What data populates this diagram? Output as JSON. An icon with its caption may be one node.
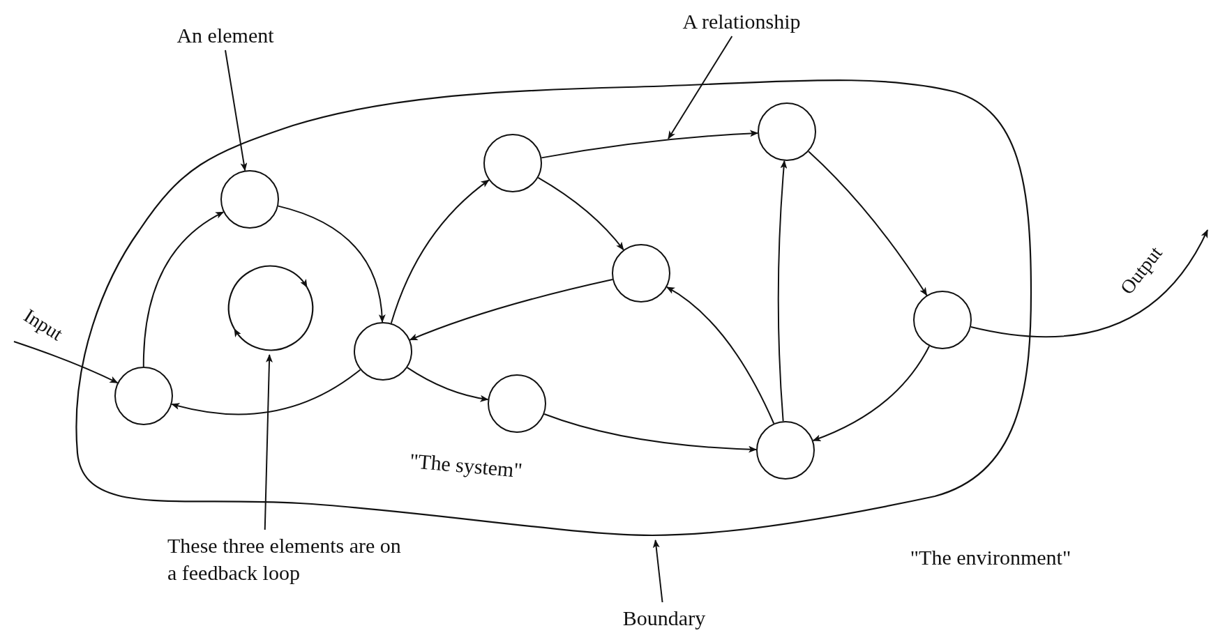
{
  "diagram": {
    "nodes": [
      {
        "text": [],
        "shape": "cloud"
      },
      {
        "text": [
          "An element"
        ]
      },
      {
        "text": [
          "A relationship"
        ]
      },
      {
        "text": [],
        "shape": "circle",
        "in": 0
      },
      {
        "text": [],
        "shape": "circle",
        "in": 0
      },
      {
        "text": [],
        "shape": "circle",
        "in": 0
      },
      {
        "text": [],
        "shape": "circle",
        "in": 0
      },
      {
        "text": [],
        "shape": "circle",
        "in": 0
      },
      {
        "text": [],
        "shape": "circle",
        "in": 0
      },
      {
        "text": [],
        "shape": "circle",
        "in": 0
      },
      {
        "text": [],
        "shape": "circle",
        "in": 0
      },
      {
        "text": [],
        "shape": "circle",
        "in": 0
      },
      {
        "text": [],
        "shape": "circle",
        "in": 0
      },
      {
        "text": [
          "These three elements are on a feedback loop"
        ]
      },
      {
        "text": [
          "Boundary"
        ]
      }
    ],
    "edges": [
      {
        "from": 5,
        "to": 3,
        "arrow": "to"
      },
      {
        "from": 3,
        "to": 6,
        "arrow": "to"
      },
      {
        "from": 6,
        "to": 5,
        "arrow": "to"
      },
      {
        "from": 6,
        "to": 7,
        "arrow": "to"
      },
      {
        "from": 7,
        "to": 8,
        "arrow": "to"
      },
      {
        "from": 8,
        "to": 6,
        "arrow": "to"
      },
      {
        "from": 6,
        "to": 9,
        "arrow": "to"
      },
      {
        "from": 9,
        "to": 12,
        "arrow": "to"
      },
      {
        "from": 7,
        "to": 10,
        "arrow": "to"
      },
      {
        "from": 10,
        "to": 11,
        "arrow": "to"
      },
      {
        "from": 11,
        "to": 12,
        "arrow": "to"
      },
      {
        "from": 12,
        "to": 10,
        "arrow": "to"
      },
      {
        "from": 12,
        "to": 8,
        "arrow": "to"
      },
      {
        "from": null,
        "to": 5,
        "arrow": "to",
        "label": "Input"
      },
      {
        "from": 11,
        "to": null,
        "arrow": "to",
        "label": "Output"
      },
      {
        "from": 1,
        "to": 3,
        "arrow": "to"
      },
      {
        "from": 2,
        "to": null,
        "arrow": "to"
      },
      {
        "from": 13,
        "to": 4,
        "arrow": "to"
      },
      {
        "from": 14,
        "to": 0,
        "arrow": "to"
      }
    ],
    "labels": [
      "\"The system\"",
      "\"The environment\""
    ]
  }
}
